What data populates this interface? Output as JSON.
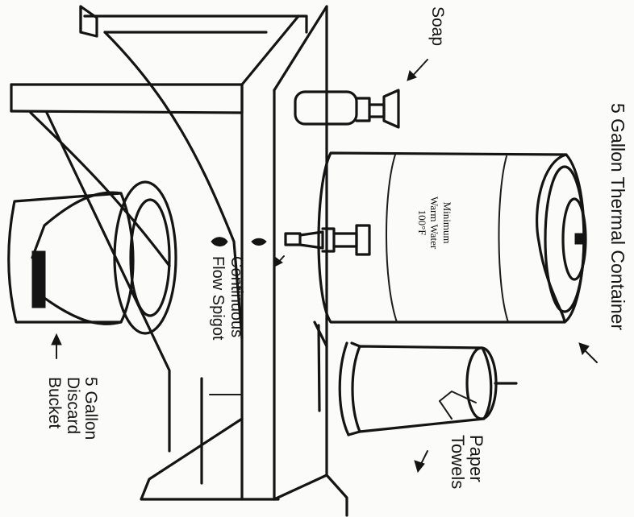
{
  "labels": {
    "soap": "Soap",
    "thermal_container": "5 Gallon Thermal Container",
    "container_text": [
      "Minimum",
      "Warm Water",
      "100°F"
    ],
    "paper_towels": [
      "Paper",
      "Towels"
    ],
    "spigot": [
      "Continuous",
      "Flow Spigot"
    ],
    "bucket": [
      "5 Gallon",
      "Discard",
      "Bucket"
    ]
  }
}
